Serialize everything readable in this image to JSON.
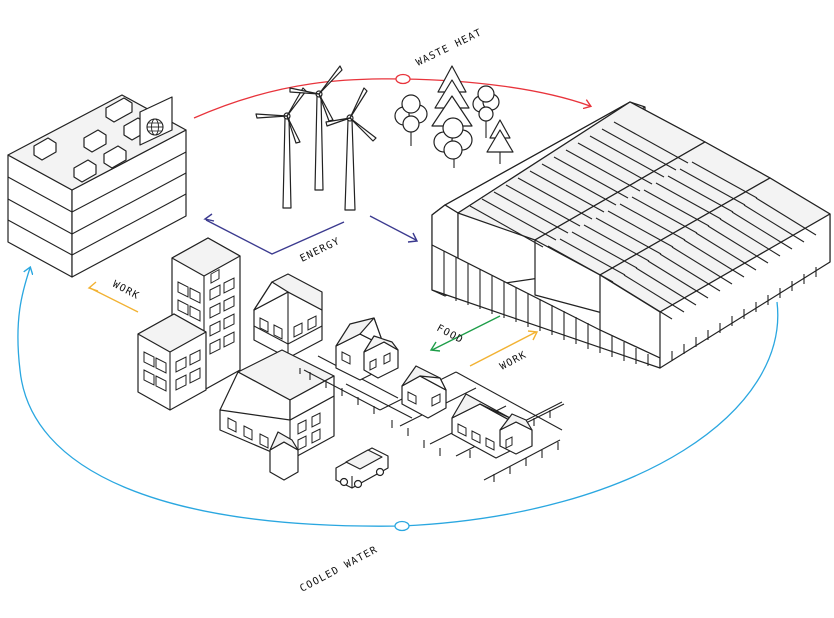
{
  "labels": {
    "waste_heat": "WASTE HEAT",
    "energy": "ENERGY",
    "work_left": "WORK",
    "food": "FOOD",
    "work_right": "WORK",
    "cooled_water": "COOLED WATER"
  },
  "colors": {
    "waste_heat": "#e8343c",
    "energy": "#3b3a8f",
    "work": "#f2b233",
    "food": "#1f9e4a",
    "cooled_water": "#2aa7e0",
    "ink": "#222222"
  },
  "icons": [
    "globe-icon",
    "wind-turbine-icon",
    "tree-icon",
    "car-icon"
  ]
}
